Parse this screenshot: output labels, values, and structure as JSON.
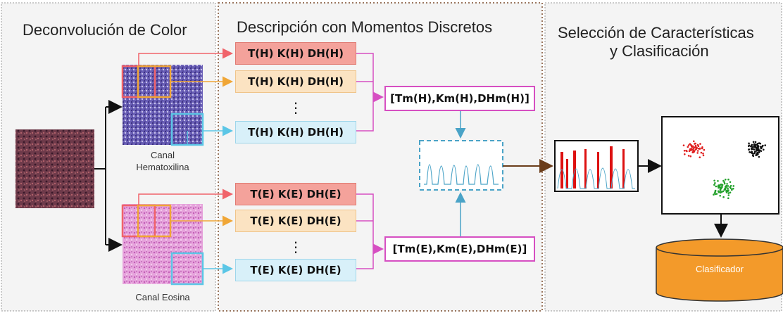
{
  "sections": {
    "color_deconvolution": "Deconvolución de Color",
    "moment_description": "Descripción con Momentos Discretos",
    "feature_selection_line1": "Selección de Características",
    "feature_selection_line2": "y Clasificación"
  },
  "channels": {
    "hematoxylin_line1": "Canal",
    "hematoxylin_line2": "Hematoxilina",
    "eosin": "Canal Eosina"
  },
  "features": {
    "h_row1": "T(H) K(H) DH(H)",
    "h_row2": "T(H) K(H) DH(H)",
    "h_row3": "T(H) K(H) DH(H)",
    "e_row1": "T(E) K(E) DH(E)",
    "e_row2": "T(E) K(E) DH(E)",
    "e_row3": "T(E) K(E) DH(E)",
    "ellipsis": "⋮"
  },
  "moments": {
    "h": "[Tm(H),Km(H),DHm(H)]",
    "e": "[Tm(E),Km(E),DHm(E)]"
  },
  "classifier": "Clasificador",
  "colors": {
    "red_box": "#f4a29b",
    "orange_box": "#fbe3c2",
    "cyan_box": "#d8f0f9",
    "red_arrow": "#f0636a",
    "orange_arrow": "#f0a636",
    "cyan_arrow": "#5bc6e6",
    "magenta": "#d64fc2",
    "classifier_fill": "#f39a2a"
  }
}
